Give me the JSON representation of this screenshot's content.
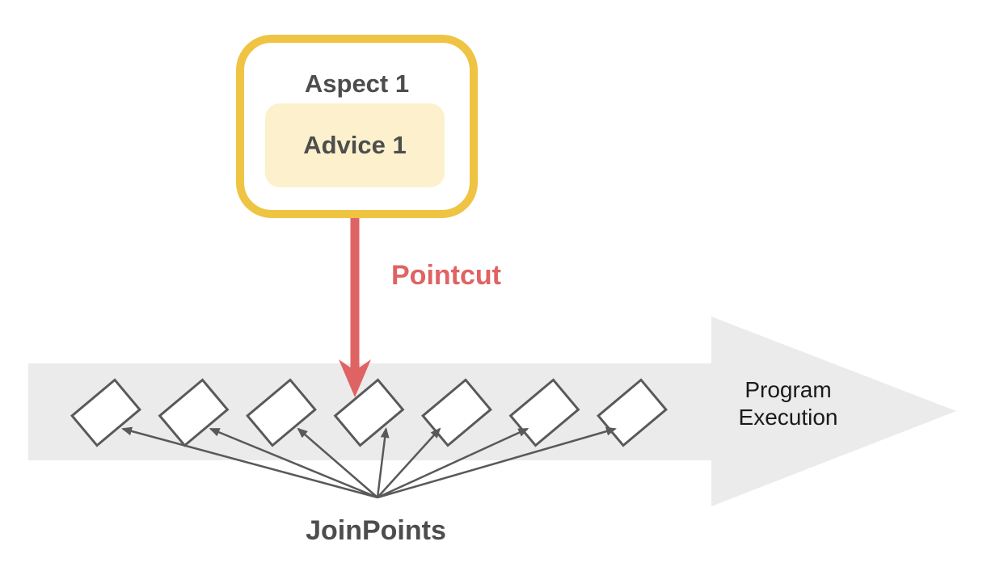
{
  "diagram": {
    "aspect": {
      "label": "Aspect 1"
    },
    "advice": {
      "label": "Advice 1"
    },
    "pointcut": {
      "label": "Pointcut"
    },
    "joinpoints": {
      "label": "JoinPoints",
      "count": 7
    },
    "program_execution": {
      "label": "Program Execution"
    }
  },
  "colors": {
    "aspect_border": "#EFC443",
    "advice_fill": "#FCF1CC",
    "pointcut_red": "#E06363",
    "band_gray": "#EBEBEB",
    "shape_stroke": "#595959",
    "label_dark": "#4D4D4D",
    "program_text": "#1A1A1A"
  }
}
